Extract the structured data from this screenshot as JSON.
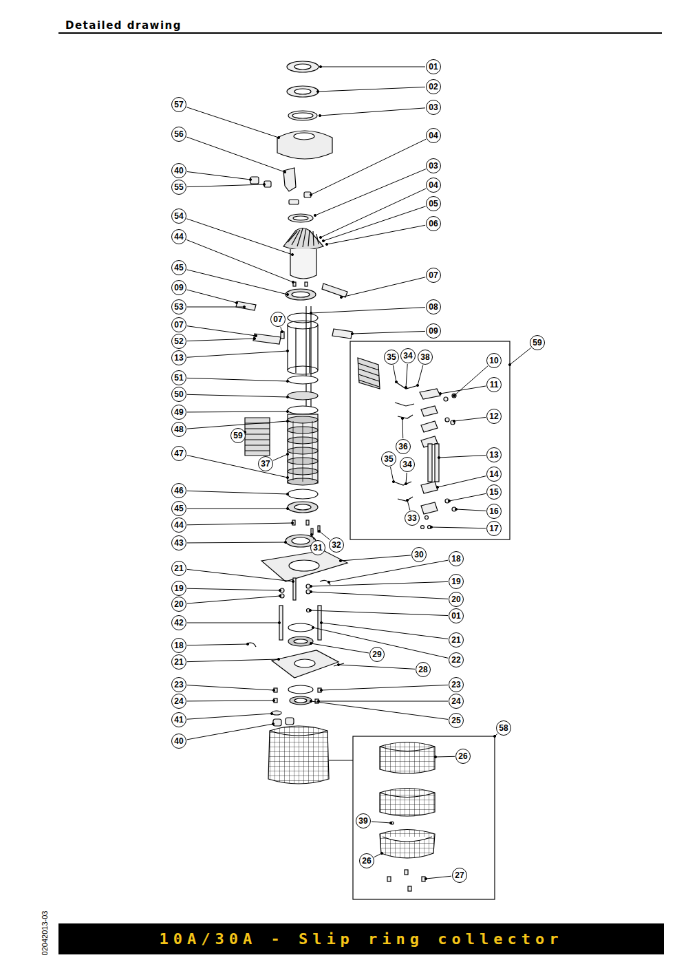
{
  "diagram": {
    "title": "Detailed drawing",
    "caption": "10A/30A - Slip ring collector",
    "nodes": [
      {
        "text": [
          "01"
        ]
      },
      {
        "text": [
          "02"
        ]
      },
      {
        "text": [
          "03"
        ]
      },
      {
        "text": [
          "04"
        ]
      },
      {
        "text": [
          "03"
        ]
      },
      {
        "text": [
          "04"
        ]
      },
      {
        "text": [
          "05"
        ]
      },
      {
        "text": [
          "06"
        ]
      },
      {
        "text": [
          "07"
        ]
      },
      {
        "text": [
          "08"
        ]
      },
      {
        "text": [
          "09"
        ]
      },
      {
        "text": [
          "57"
        ]
      },
      {
        "text": [
          "56"
        ]
      },
      {
        "text": [
          "40"
        ]
      },
      {
        "text": [
          "55"
        ]
      },
      {
        "text": [
          "54"
        ]
      },
      {
        "text": [
          "44"
        ]
      },
      {
        "text": [
          "45"
        ]
      },
      {
        "text": [
          "09"
        ]
      },
      {
        "text": [
          "53"
        ]
      },
      {
        "text": [
          "07"
        ]
      },
      {
        "text": [
          "07"
        ]
      },
      {
        "text": [
          "52"
        ]
      },
      {
        "text": [
          "13"
        ]
      },
      {
        "text": [
          "51"
        ]
      },
      {
        "text": [
          "50"
        ]
      },
      {
        "text": [
          "49"
        ]
      },
      {
        "text": [
          "48"
        ]
      },
      {
        "text": [
          "59"
        ]
      },
      {
        "text": [
          "37"
        ]
      },
      {
        "text": [
          "47"
        ]
      },
      {
        "text": [
          "46"
        ]
      },
      {
        "text": [
          "45"
        ]
      },
      {
        "text": [
          "44"
        ]
      },
      {
        "text": [
          "43"
        ]
      },
      {
        "text": [
          "31"
        ]
      },
      {
        "text": [
          "32"
        ]
      },
      {
        "text": [
          "30"
        ]
      },
      {
        "text": [
          "18"
        ]
      },
      {
        "text": [
          "21"
        ]
      },
      {
        "text": [
          "19"
        ]
      },
      {
        "text": [
          "19"
        ]
      },
      {
        "text": [
          "20"
        ]
      },
      {
        "text": [
          "20"
        ]
      },
      {
        "text": [
          "01"
        ]
      },
      {
        "text": [
          "42"
        ]
      },
      {
        "text": [
          "21"
        ]
      },
      {
        "text": [
          "29"
        ]
      },
      {
        "text": [
          "18"
        ]
      },
      {
        "text": [
          "22"
        ]
      },
      {
        "text": [
          "21"
        ]
      },
      {
        "text": [
          "28"
        ]
      },
      {
        "text": [
          "23"
        ]
      },
      {
        "text": [
          "23"
        ]
      },
      {
        "text": [
          "24"
        ]
      },
      {
        "text": [
          "24"
        ]
      },
      {
        "text": [
          "41"
        ]
      },
      {
        "text": [
          "25"
        ]
      },
      {
        "text": [
          "40"
        ]
      },
      {
        "text": [
          "58"
        ]
      },
      {
        "text": [
          "26"
        ]
      },
      {
        "text": [
          "39"
        ]
      },
      {
        "text": [
          "26"
        ]
      },
      {
        "text": [
          "27"
        ]
      },
      {
        "text": [
          "59"
        ]
      },
      {
        "text": [
          "35"
        ]
      },
      {
        "text": [
          "34"
        ]
      },
      {
        "text": [
          "38"
        ]
      },
      {
        "text": [
          "10"
        ]
      },
      {
        "text": [
          "11"
        ]
      },
      {
        "text": [
          "12"
        ]
      },
      {
        "text": [
          "36"
        ]
      },
      {
        "text": [
          "13"
        ]
      },
      {
        "text": [
          "35"
        ]
      },
      {
        "text": [
          "34"
        ]
      },
      {
        "text": [
          "14"
        ]
      },
      {
        "text": [
          "15"
        ]
      },
      {
        "text": [
          "16"
        ]
      },
      {
        "text": [
          "33"
        ]
      },
      {
        "text": [
          "17"
        ]
      }
    ],
    "labels": [
      "02042013-03"
    ]
  }
}
